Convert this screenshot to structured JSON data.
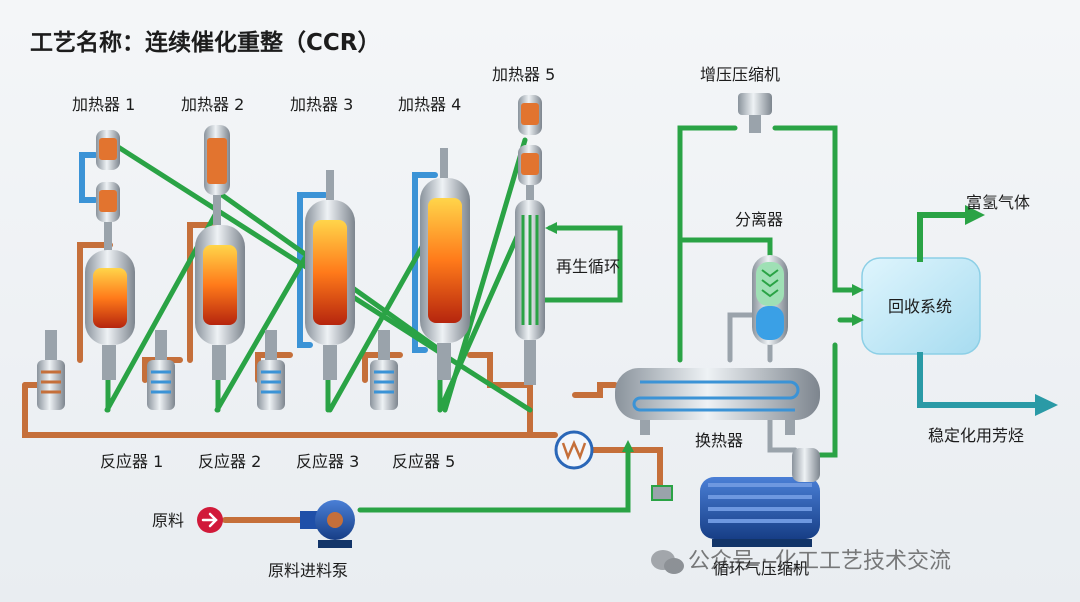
{
  "title": "工艺名称：连续催化重整（CCR）",
  "heaters": [
    "加热器 1",
    "加热器 2",
    "加热器 3",
    "加热器 4",
    "加热器 5"
  ],
  "reactors": [
    "反应器 1",
    "反应器 2",
    "反应器 3",
    "反应器 5"
  ],
  "regen_loop": "再生循环",
  "booster_compressor": "增压压缩机",
  "separator": "分离器",
  "heat_exchanger": "换热器",
  "recovery_system": "回收系统",
  "outputs": {
    "hydrogen_gas": "富氢气体",
    "aromatics": "稳定化用芳烃"
  },
  "feed": "原料",
  "feed_pump": "原料进料泵",
  "recycle_compressor": "循环气压缩机",
  "watermark": "公众号 · 化工工艺技术交流",
  "colors": {
    "green_pipe": "#2aa345",
    "blue_pipe": "#3b93d6",
    "orange_pipe": "#c56f3a",
    "recovery_box": "#bfe8f7",
    "motor_blue": "#1f4fa8"
  }
}
